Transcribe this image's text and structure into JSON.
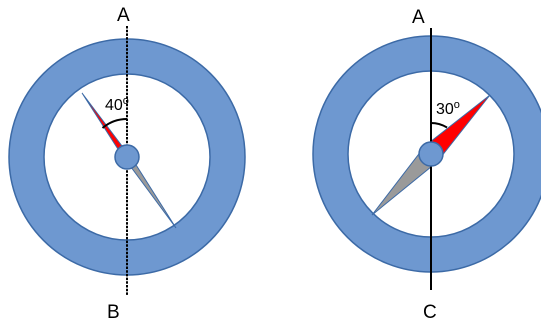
{
  "colors": {
    "ring_fill": "#6e98d0",
    "ring_stroke": "#3c6aa6",
    "needle_north": "#ff0000",
    "needle_south": "#9a9a9a",
    "pivot": "#6e98d0",
    "line": "#000000",
    "background": "#ffffff"
  },
  "compasses": [
    {
      "top_label": "A",
      "bottom_label": "B",
      "angle_value": "40",
      "angle_degree_mark": "o",
      "needle_deflection_deg": -40
    },
    {
      "top_label": "A",
      "bottom_label": "C",
      "angle_value": "30",
      "angle_degree_mark": "o",
      "needle_deflection_deg": 30
    }
  ]
}
